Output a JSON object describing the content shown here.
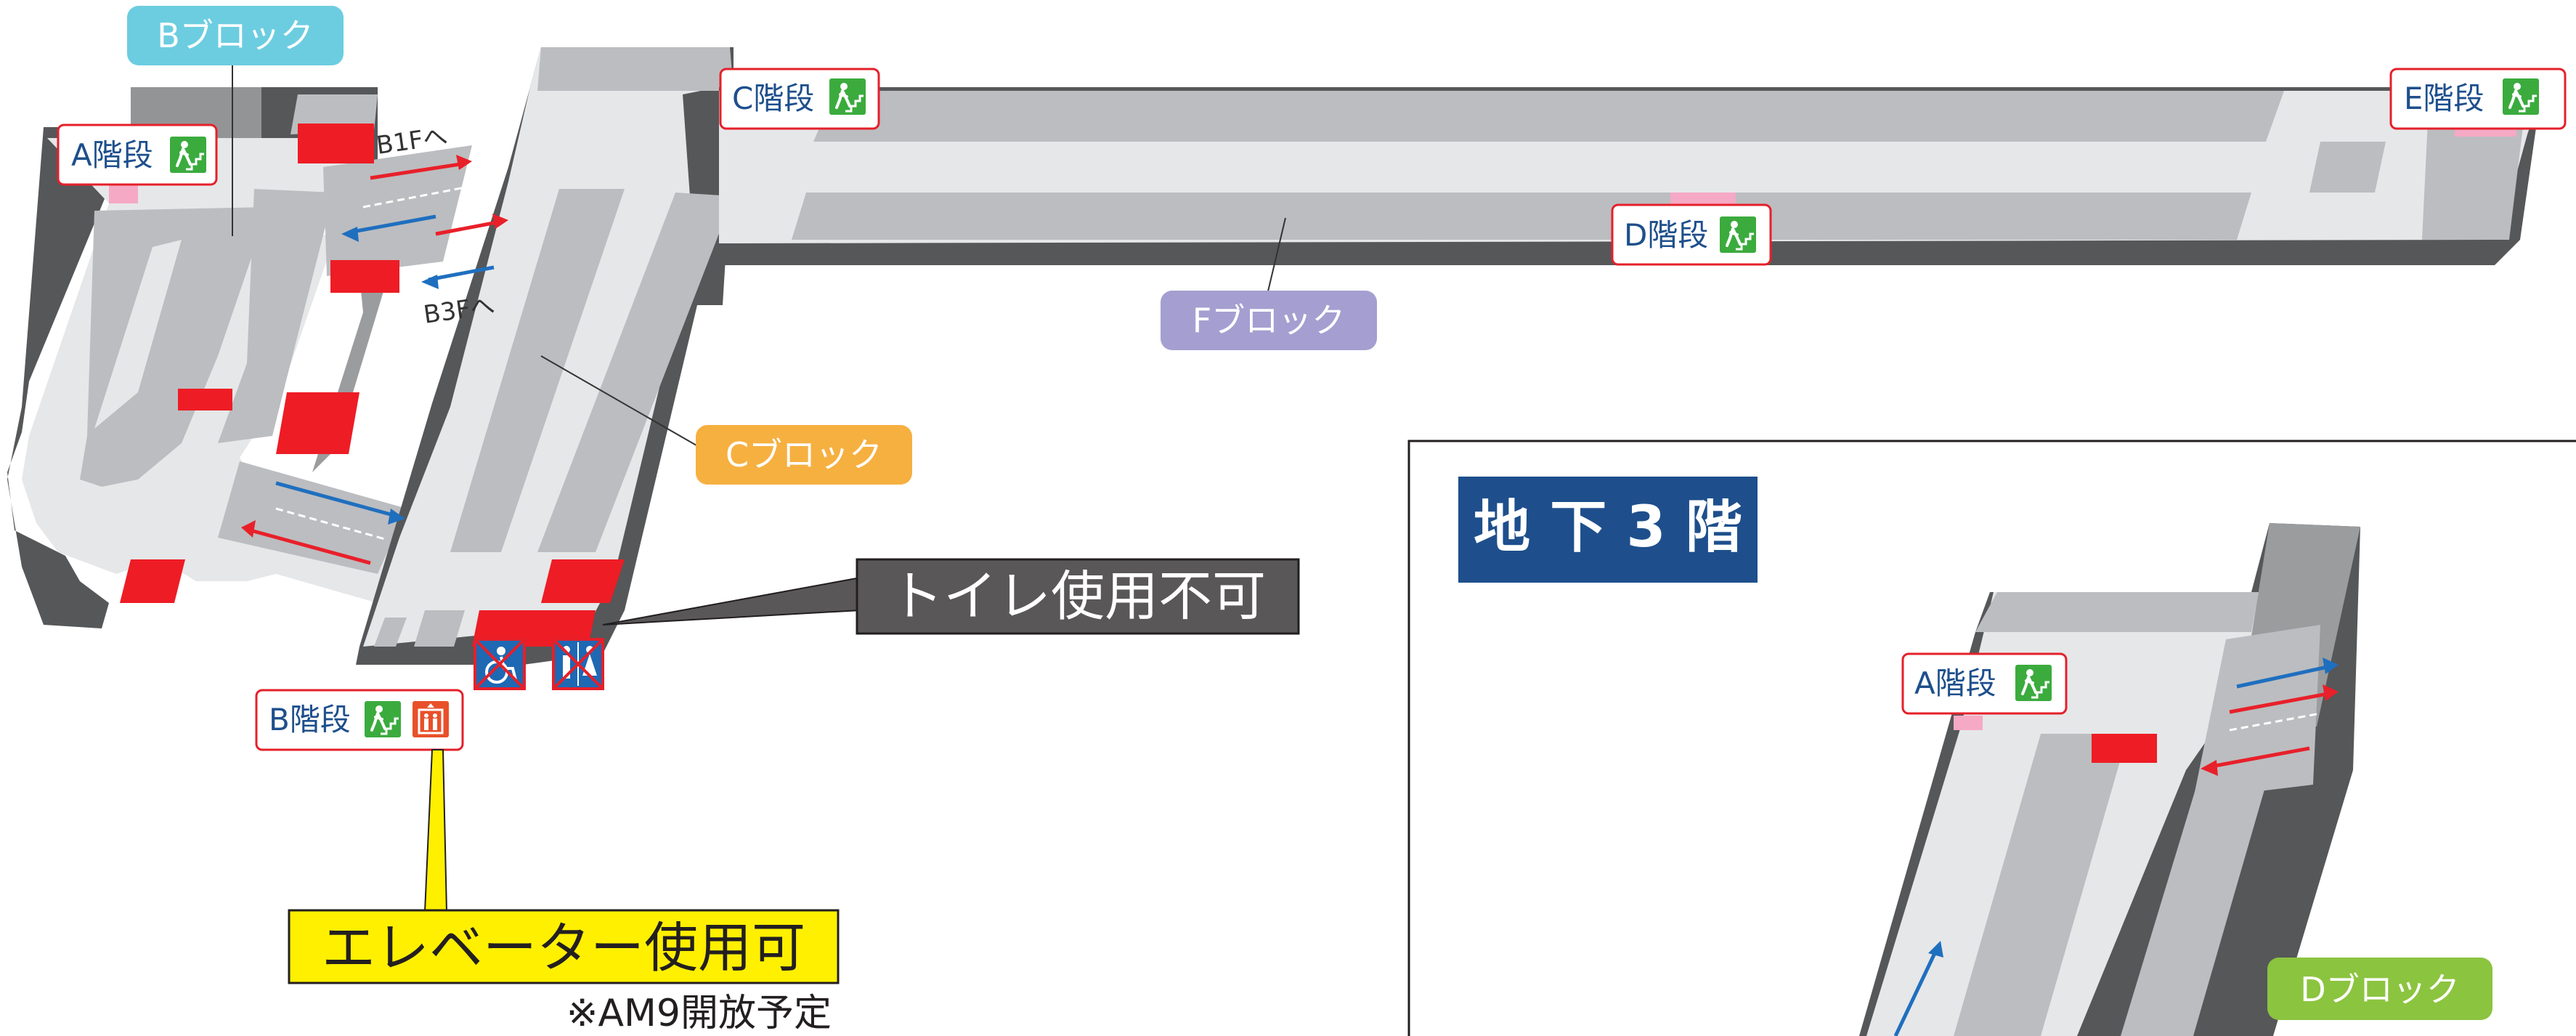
{
  "block_labels": {
    "b": "Bブロック",
    "c": "Cブロック",
    "d": "Dブロック",
    "f": "Fブロック"
  },
  "stairs": {
    "a_upper": "A階段",
    "b": "B階段",
    "c": "C階段",
    "d": "D階段",
    "e": "E階段",
    "a_lower": "A階段"
  },
  "directions": {
    "to_b1f": "B1Fへ",
    "to_b3f": "B3Fへ"
  },
  "notices": {
    "toilet_unavailable": "トイレ使用不可",
    "elevator_available": "エレベーター使用可",
    "opening_note": "※AM9開放予定"
  },
  "floor_title": "地 下 3 階",
  "colors": {
    "stair_icon": "#3bab3e",
    "elevator_icon": "#e8502a",
    "block_b": "#6ccde0",
    "block_c": "#f6b040",
    "block_d": "#8bc43f",
    "block_f": "#a49fd0",
    "restricted": "#ee1c25",
    "arrow_red": "#e8202a",
    "arrow_blue": "#1f6fbf",
    "floor_title_bg": "#1e4f8c",
    "notice_dark": "#595757",
    "notice_yellow": "#fff000"
  }
}
